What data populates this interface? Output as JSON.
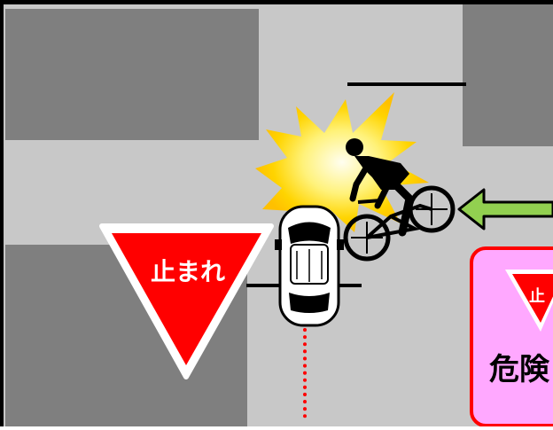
{
  "signs": {
    "stop_sign_text": "止まれ",
    "stop_sign_small_text": "止"
  },
  "warning_panel": {
    "text": "危険"
  },
  "colors": {
    "road": "#c8c8c8",
    "blocks": "#7f7f7f",
    "border": "#000000",
    "stop_sign_red": "#ff0000",
    "panel_fill": "#ffa8ff",
    "panel_border": "#ff0000",
    "arrow_green": "#92d050",
    "path_dots": "#ff0000",
    "explosion_outer": "#ffd700",
    "explosion_inner": "#fffde0"
  }
}
